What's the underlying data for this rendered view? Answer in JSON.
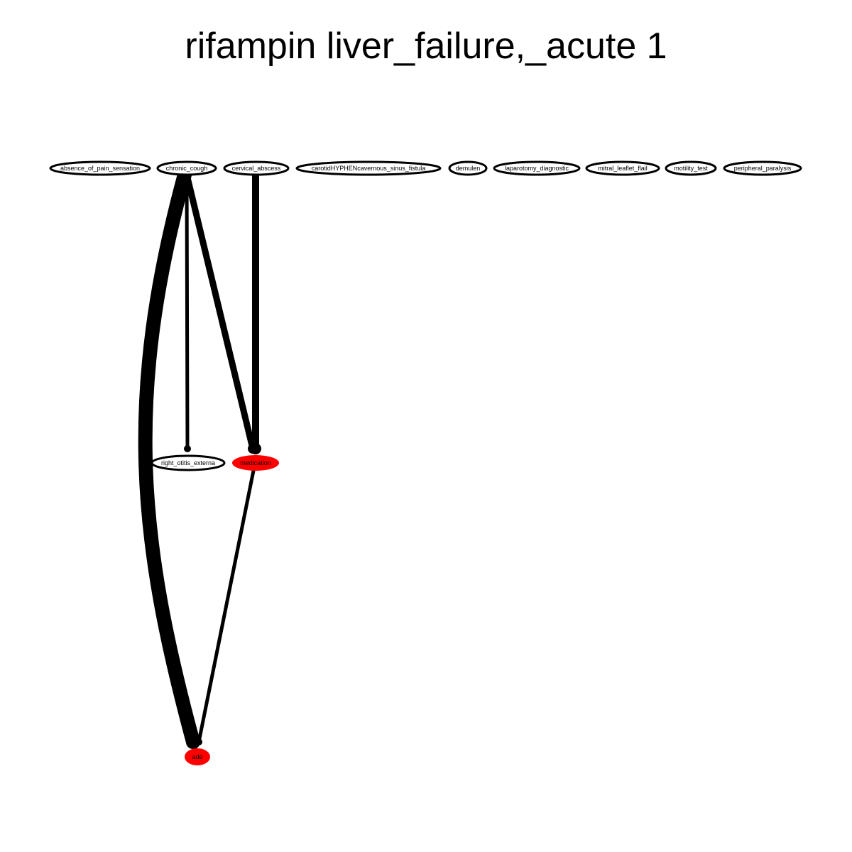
{
  "title": "rifampin liver_failure,_acute 1",
  "colors": {
    "background": "#ffffff",
    "edge": "#000000",
    "node_stroke": "#000000",
    "node_fill": "#ffffff",
    "highlight": "#ff0000"
  },
  "nodes": [
    {
      "id": "absence_of_pain_sensation",
      "label": "absence_of_pain_sensation",
      "highlight": false
    },
    {
      "id": "chronic_cough",
      "label": "chronic_cough",
      "highlight": false
    },
    {
      "id": "cervical_abscess",
      "label": "cervical_abscess",
      "highlight": false
    },
    {
      "id": "carotid_fistula",
      "label": "carotidHYPHENcavernous_sinus_fistula",
      "highlight": false
    },
    {
      "id": "demulen",
      "label": "demulen",
      "highlight": false
    },
    {
      "id": "laparotomy_diagnostic",
      "label": "laparotomy_diagnostic",
      "highlight": false
    },
    {
      "id": "mitral_leaflet_flail",
      "label": "mitral_leaflet_flail",
      "highlight": false
    },
    {
      "id": "motility_test",
      "label": "motility_test",
      "highlight": false
    },
    {
      "id": "peripheral_paralysis",
      "label": "peripheral_paralysis",
      "highlight": false
    },
    {
      "id": "right_otitis_externa",
      "label": "right_otitis_externa",
      "highlight": false
    },
    {
      "id": "medication",
      "label": "medication",
      "highlight": true
    },
    {
      "id": "ade",
      "label": "ade",
      "highlight": true
    }
  ],
  "edges": [
    {
      "from": "chronic_cough",
      "to": "ade",
      "weight": 5
    },
    {
      "from": "chronic_cough",
      "to": "right_otitis_externa",
      "weight": 1
    },
    {
      "from": "chronic_cough",
      "to": "medication",
      "weight": 2
    },
    {
      "from": "cervical_abscess",
      "to": "medication",
      "weight": 3
    },
    {
      "from": "medication",
      "to": "ade",
      "weight": 1
    }
  ]
}
